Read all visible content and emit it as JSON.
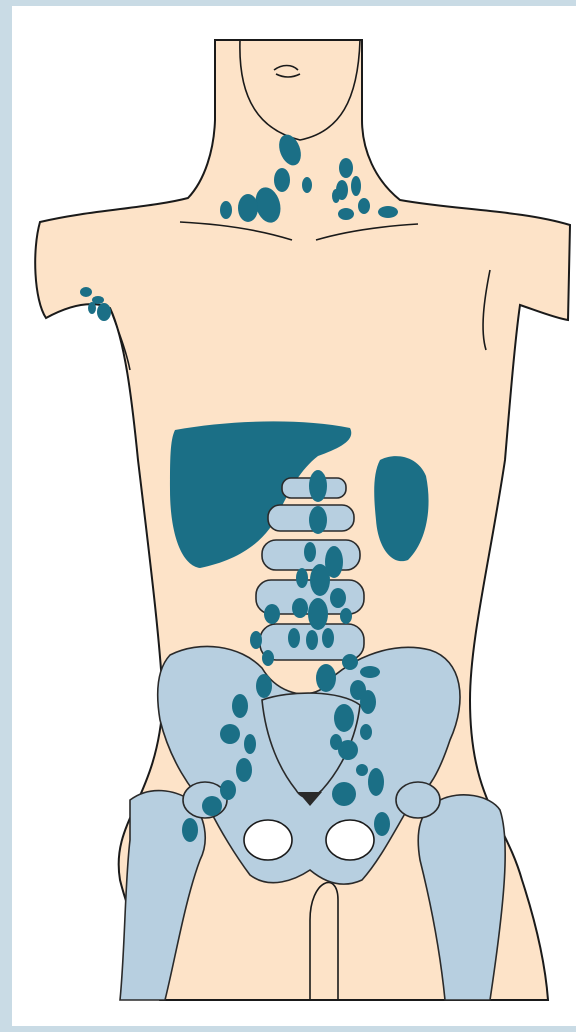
{
  "figure": {
    "subject": "lymph-node-distribution-diagram",
    "colors": {
      "frame": "#c9dbe5",
      "background": "#ffffff",
      "skin": "#fde3c8",
      "outline": "#1a1a1a",
      "bone": "#b7cfe0",
      "bone_outline": "#2a2a2a",
      "lesion": "#1b6f86"
    },
    "structures": [
      "head",
      "neck",
      "shoulders",
      "arms",
      "torso",
      "liver",
      "spleen",
      "lumbar-spine",
      "pelvis",
      "left-femur",
      "right-femur"
    ],
    "lesion_regions": [
      "cervical-lymph-nodes",
      "supraclavicular-lymph-nodes",
      "axillary-lymph-nodes",
      "liver",
      "spleen",
      "para-aortic-lymph-nodes",
      "iliac-lymph-nodes",
      "inguinal-lymph-nodes"
    ]
  }
}
